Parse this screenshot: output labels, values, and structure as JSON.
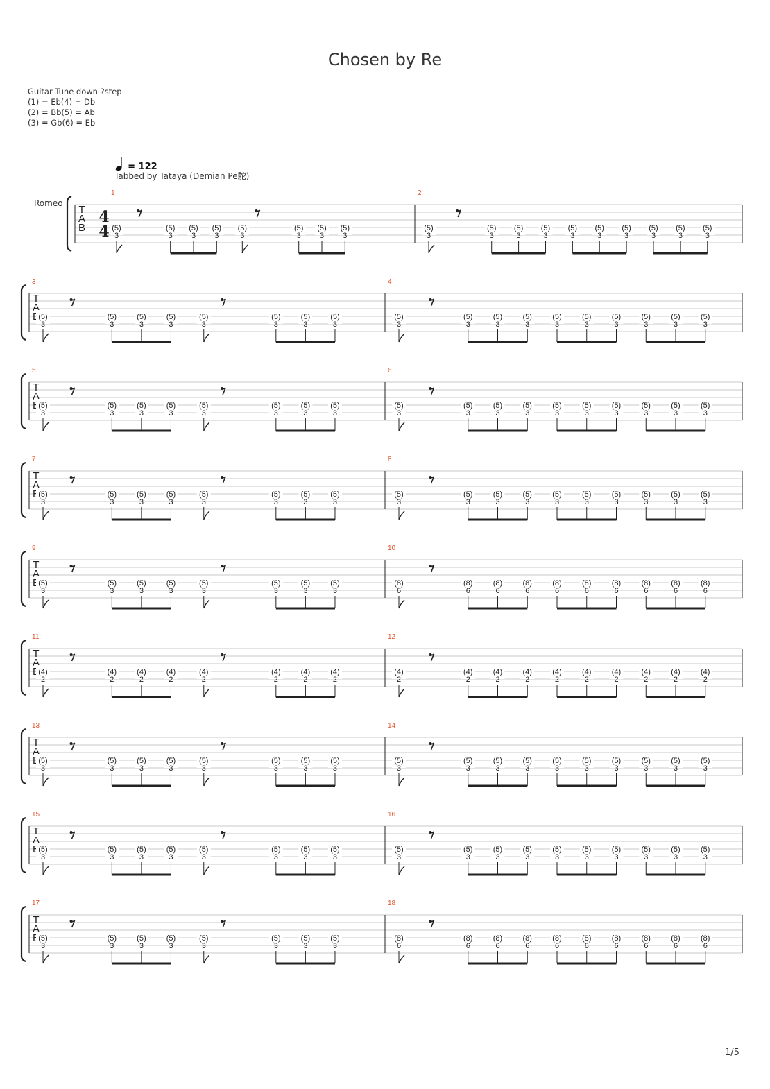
{
  "title": "Chosen by Re",
  "tuning": {
    "heading": "Guitar Tune down ?step",
    "lines": [
      "(1) = Eb(4) = Db",
      "(2) = Bb(5) = Ab",
      "(3) = Gb(6) = Eb"
    ]
  },
  "tempo": {
    "symbol": "quarter-note-icon",
    "value": "= 122"
  },
  "credit": "Tabbed by Tataya (Demian Pe駝)",
  "instrument": "Romeo",
  "time_signature": {
    "top": "4",
    "bottom": "4"
  },
  "clef": [
    "T",
    "A",
    "B"
  ],
  "page_number": "1/5",
  "colors": {
    "measure_number": "#e0552a",
    "staff_line": "#c8c8c8",
    "ink": "#222222"
  },
  "measures": [
    {
      "number": "1",
      "pattern": "A",
      "fret_upper": "(5)",
      "fret_lower": "3"
    },
    {
      "number": "2",
      "pattern": "B",
      "fret_upper": "(5)",
      "fret_lower": "3"
    },
    {
      "number": "3",
      "pattern": "A",
      "fret_upper": "(5)",
      "fret_lower": "3"
    },
    {
      "number": "4",
      "pattern": "B",
      "fret_upper": "(5)",
      "fret_lower": "3"
    },
    {
      "number": "5",
      "pattern": "A",
      "fret_upper": "(5)",
      "fret_lower": "3"
    },
    {
      "number": "6",
      "pattern": "B",
      "fret_upper": "(5)",
      "fret_lower": "3"
    },
    {
      "number": "7",
      "pattern": "A",
      "fret_upper": "(5)",
      "fret_lower": "3"
    },
    {
      "number": "8",
      "pattern": "B",
      "fret_upper": "(5)",
      "fret_lower": "3"
    },
    {
      "number": "9",
      "pattern": "A",
      "fret_upper": "(5)",
      "fret_lower": "3"
    },
    {
      "number": "10",
      "pattern": "B",
      "fret_upper": "(8)",
      "fret_lower": "6"
    },
    {
      "number": "11",
      "pattern": "A",
      "fret_upper": "(4)",
      "fret_lower": "2"
    },
    {
      "number": "12",
      "pattern": "B",
      "fret_upper": "(4)",
      "fret_lower": "2"
    },
    {
      "number": "13",
      "pattern": "A",
      "fret_upper": "(5)",
      "fret_lower": "3"
    },
    {
      "number": "14",
      "pattern": "B",
      "fret_upper": "(5)",
      "fret_lower": "3"
    },
    {
      "number": "15",
      "pattern": "A",
      "fret_upper": "(5)",
      "fret_lower": "3"
    },
    {
      "number": "16",
      "pattern": "B",
      "fret_upper": "(5)",
      "fret_lower": "3"
    },
    {
      "number": "17",
      "pattern": "A",
      "fret_upper": "(5)",
      "fret_lower": "3"
    },
    {
      "number": "18",
      "pattern": "B",
      "fret_upper": "(8)",
      "fret_lower": "6"
    }
  ]
}
